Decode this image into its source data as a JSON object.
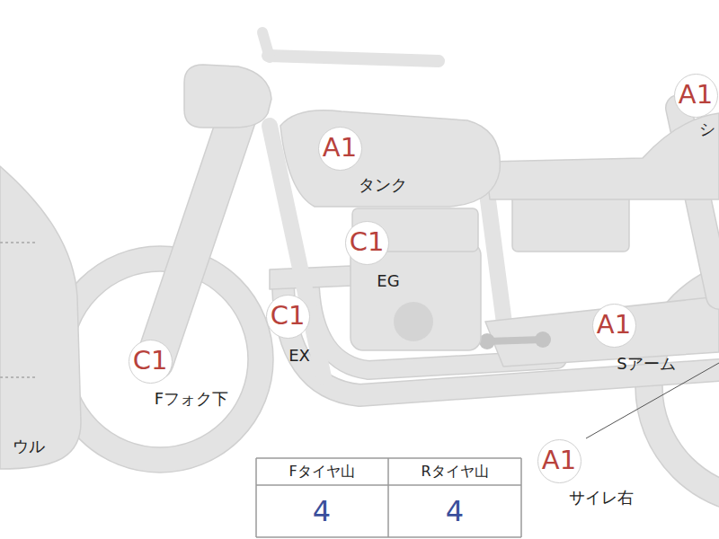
{
  "diagram": {
    "nodes": [
      {
        "text": [
          "A1",
          "シ"
        ]
      },
      {
        "text": [
          "A1",
          "タンク"
        ]
      },
      {
        "text": [
          "C1",
          "EG"
        ]
      },
      {
        "text": [
          "C1",
          "EX"
        ]
      },
      {
        "text": [
          "A1",
          "Sアーム"
        ]
      },
      {
        "text": [
          "C1",
          "Fフォク下"
        ]
      },
      {
        "text": [
          "A1",
          "サイレ右"
        ]
      }
    ],
    "labels": [
      "ウル",
      "Fタイヤ山",
      "Rタイヤ山",
      "4",
      "4"
    ]
  }
}
